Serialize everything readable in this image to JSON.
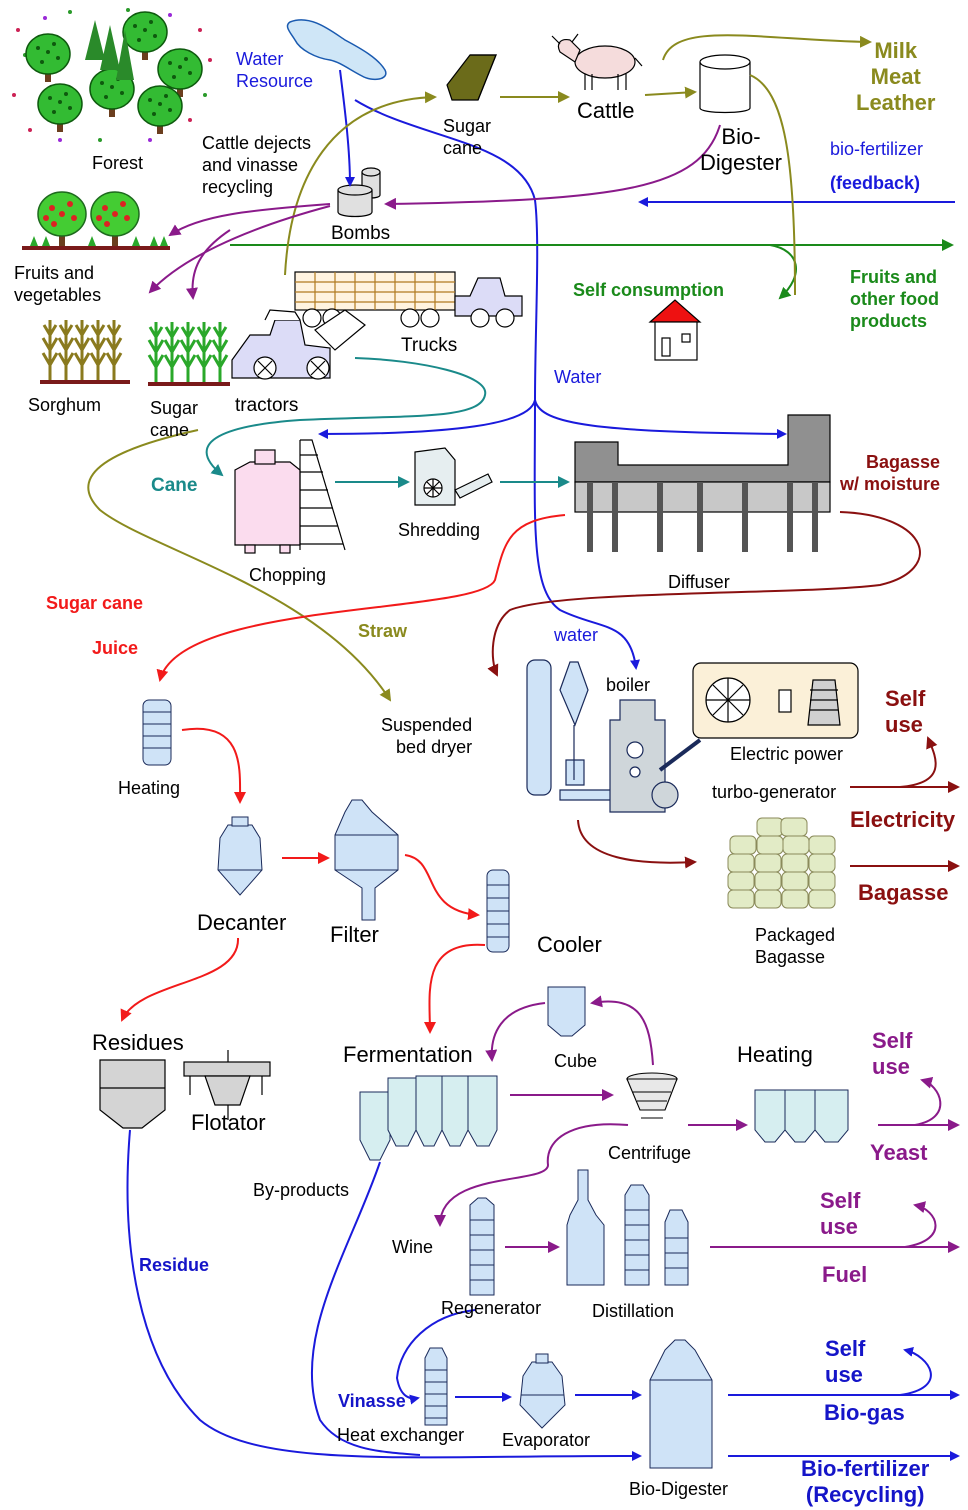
{
  "labels": {
    "forest": "Forest",
    "water_resource": "Water\nResource",
    "cattle_dejects": "Cattle dejects\nand vinasse\nrecycling",
    "sugar_cane_top": "Sugar\ncane",
    "cattle": "Cattle",
    "bio_digester_top": "Bio-\nDigester",
    "milk_meat_leather": "Milk\nMeat\nLeather",
    "bio_fertilizer": "bio-fertilizer",
    "feedback": "(feedback)",
    "bombs": "Bombs",
    "fruits_vegetables": "Fruits and\nvegetables",
    "self_consumption": "Self consumption",
    "fruits_food": "Fruits and\nother food\nproducts",
    "trucks": "Trucks",
    "sorghum": "Sorghum",
    "sugar_cane_field": "Sugar\ncane",
    "tractors": "tractors",
    "water_mid": "Water",
    "cane": "Cane",
    "chopping": "Chopping",
    "shredding": "Shredding",
    "diffuser": "Diffuser",
    "bagasse_moisture": "Bagasse\nw/ moisture",
    "sugar_cane_juice_1": "Sugar cane",
    "sugar_cane_juice_2": "Juice",
    "straw": "Straw",
    "water_low": "water",
    "boiler": "boiler",
    "suspended_bed": "Suspended\nbed dryer",
    "self_use_1": "Self\nuse",
    "electric_power": "Electric power",
    "turbo_generator": "turbo-generator",
    "heating_1": "Heating",
    "electricity": "Electricity",
    "decanter": "Decanter",
    "filter": "Filter",
    "bagasse": "Bagasse",
    "packaged_bagasse": "Packaged\nBagasse",
    "cooler": "Cooler",
    "residues": "Residues",
    "fermentation": "Fermentation",
    "cube": "Cube",
    "heating_2": "Heating",
    "self_use_2": "Self\nuse",
    "flotator": "Flotator",
    "centrifuge": "Centrifuge",
    "yeast": "Yeast",
    "by_products": "By-products",
    "residue": "Residue",
    "self_use_3": "Self\nuse",
    "wine": "Wine",
    "fuel": "Fuel",
    "regenerator": "Regenerator",
    "distillation": "Distillation",
    "self_use_4": "Self\nuse",
    "vinasse": "Vinasse",
    "heat_exchanger": "Heat exchanger",
    "evaporator": "Evaporator",
    "bio_gas": "Bio-gas",
    "bio_digester_bottom": "Bio-Digester",
    "bio_fertilizer_recycling": "Bio-fertilizer\n(Recycling)"
  },
  "colors": {
    "water": "#1a1adc",
    "green": "#1a8a1a",
    "olive": "#8a8a1e",
    "teal": "#1a8a8a",
    "red": "#f21a1a",
    "maroon": "#8a1010",
    "purple": "#8a1a8a",
    "equipment_fill": "#cfe3f7"
  }
}
